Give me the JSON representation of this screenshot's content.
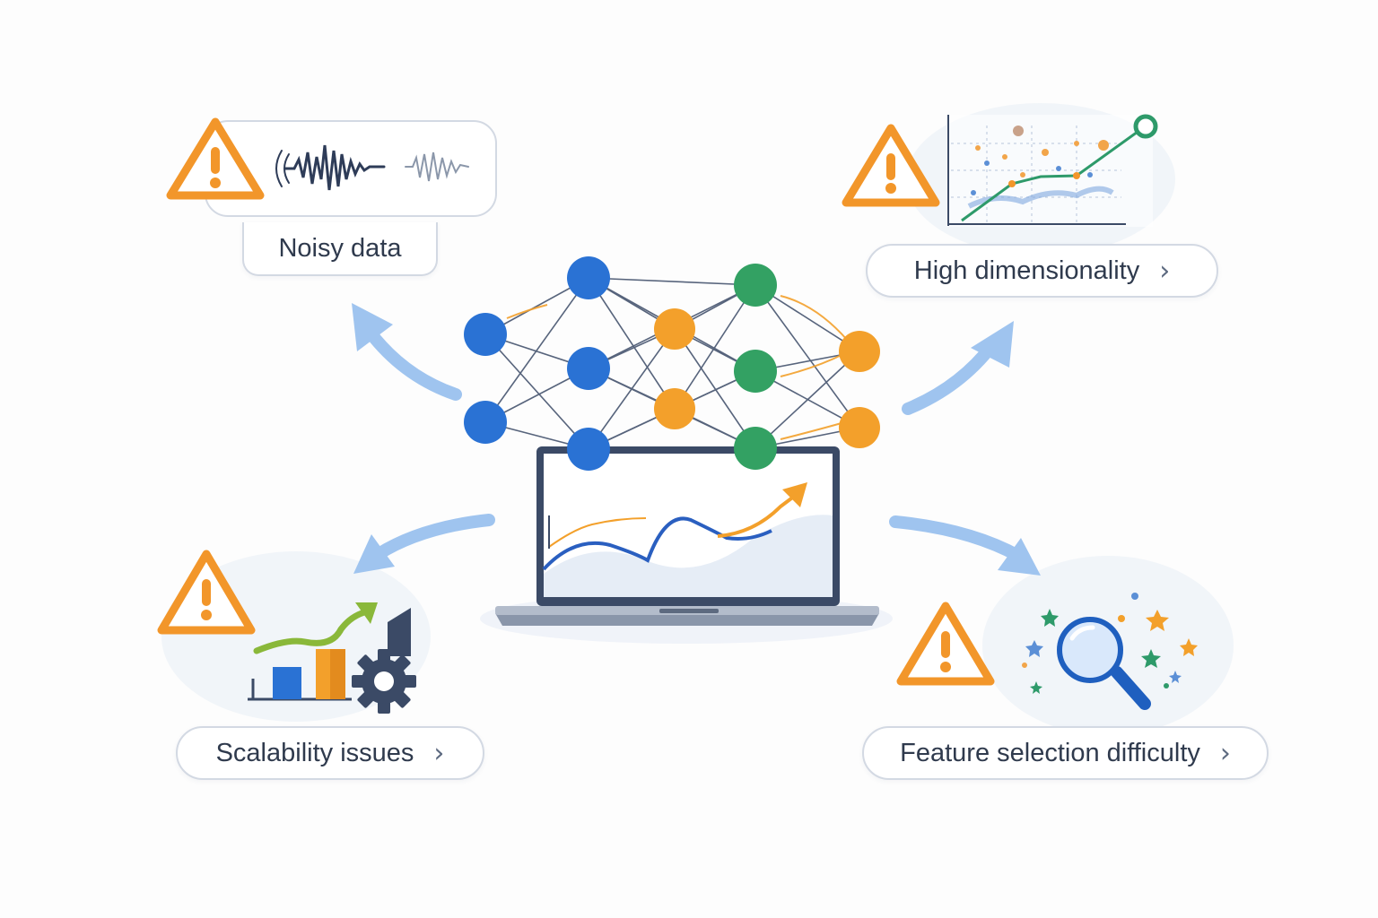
{
  "labels": {
    "noisy": "Noisy data",
    "high": "High dimensionality",
    "scalability": "Scalability issues",
    "feature": "Feature selection difficulty",
    "chevron": "›"
  },
  "colors": {
    "warning": "#f2962a",
    "node_blue": "#2a72d4",
    "node_green": "#33a163",
    "node_orange": "#f3a02b",
    "arrow": "#9fc4ef",
    "pill_border": "#d3d9e3",
    "text": "#2f3a4d"
  },
  "icons": [
    "warning-icon",
    "waveform-icon",
    "scatter-plot-icon",
    "bar-chart-icon",
    "gear-icon",
    "magnifier-icon",
    "star-icon",
    "laptop-icon",
    "neural-network-icon"
  ]
}
